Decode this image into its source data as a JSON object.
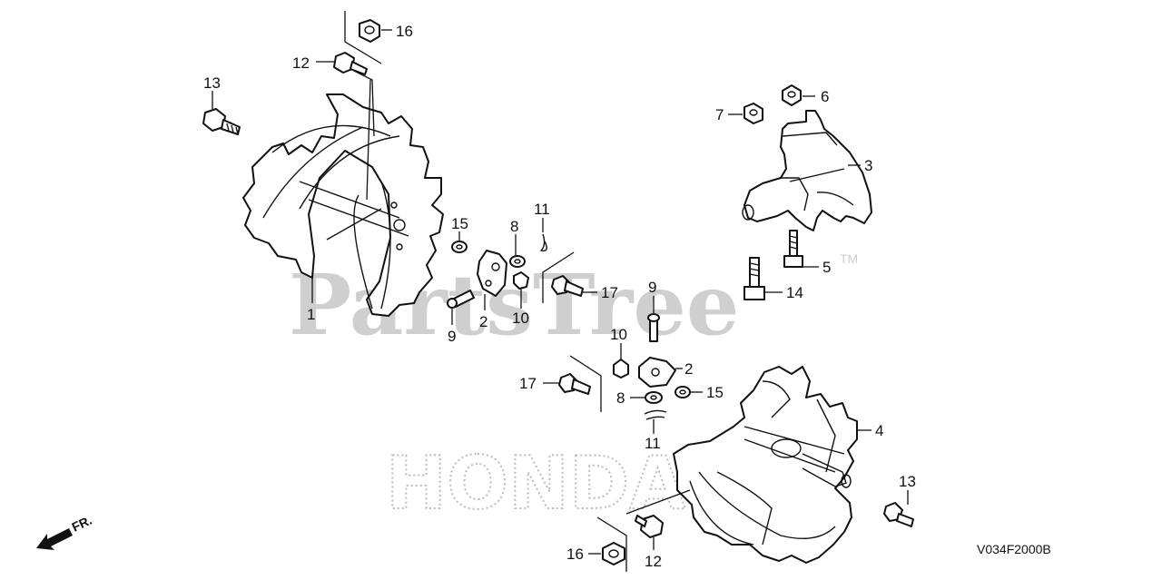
{
  "watermark": {
    "brand": "PartsTree",
    "trademark": "TM",
    "logo_text": "HONDA"
  },
  "diagram_code": "V034F2000B",
  "direction": {
    "label": "FR.",
    "icon": "front-direction-arrow-icon"
  },
  "callouts": [
    {
      "id": "c16-top",
      "label": "16"
    },
    {
      "id": "c12-top",
      "label": "12"
    },
    {
      "id": "c13-left",
      "label": "13"
    },
    {
      "id": "c1",
      "label": "1"
    },
    {
      "id": "c15-top",
      "label": "15"
    },
    {
      "id": "c8-top",
      "label": "8"
    },
    {
      "id": "c11-top",
      "label": "11"
    },
    {
      "id": "c2-top",
      "label": "2"
    },
    {
      "id": "c10-top",
      "label": "10"
    },
    {
      "id": "c9-top",
      "label": "9"
    },
    {
      "id": "c17-top",
      "label": "17"
    },
    {
      "id": "c7",
      "label": "7"
    },
    {
      "id": "c6",
      "label": "6"
    },
    {
      "id": "c3",
      "label": "3"
    },
    {
      "id": "c5",
      "label": "5"
    },
    {
      "id": "c14",
      "label": "14"
    },
    {
      "id": "c9-mid",
      "label": "9"
    },
    {
      "id": "c10-mid",
      "label": "10"
    },
    {
      "id": "c2-mid",
      "label": "2"
    },
    {
      "id": "c17-mid",
      "label": "17"
    },
    {
      "id": "c8-mid",
      "label": "8"
    },
    {
      "id": "c15-mid",
      "label": "15"
    },
    {
      "id": "c11-mid",
      "label": "11"
    },
    {
      "id": "c4",
      "label": "4"
    },
    {
      "id": "c13-right",
      "label": "13"
    },
    {
      "id": "c16-bottom",
      "label": "16"
    },
    {
      "id": "c12-bottom",
      "label": "12"
    }
  ]
}
